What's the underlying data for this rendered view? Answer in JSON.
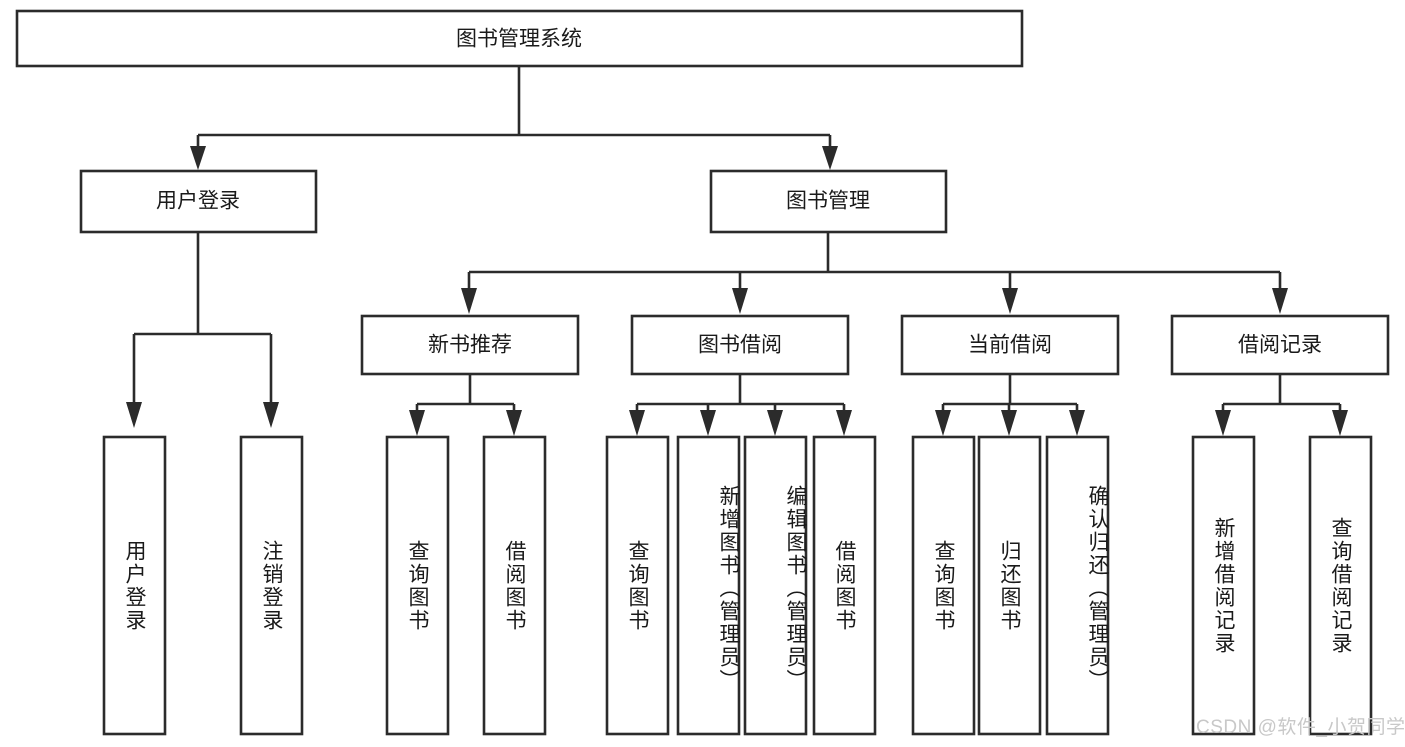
{
  "diagram": {
    "type": "tree-hierarchy",
    "title": "图书管理系统",
    "root": {
      "label": "图书管理系统",
      "level": 0
    },
    "level1": [
      {
        "label": "用户登录"
      },
      {
        "label": "图书管理"
      }
    ],
    "level2": [
      {
        "label": "新书推荐"
      },
      {
        "label": "图书借阅"
      },
      {
        "label": "当前借阅"
      },
      {
        "label": "借阅记录"
      }
    ],
    "leaves": {
      "user_login": [
        {
          "label": "用户登录"
        },
        {
          "label": "注销登录"
        }
      ],
      "new_book_recommend": [
        {
          "label": "查询图书"
        },
        {
          "label": "借阅图书"
        }
      ],
      "book_borrow": [
        {
          "label": "查询图书"
        },
        {
          "label": "新增图书（管理员）"
        },
        {
          "label": "编辑图书（管理员）"
        },
        {
          "label": "借阅图书"
        }
      ],
      "current_borrow": [
        {
          "label": "查询图书"
        },
        {
          "label": "归还图书"
        },
        {
          "label": "确认归还（管理员）"
        }
      ],
      "borrow_record": [
        {
          "label": "新增借阅记录"
        },
        {
          "label": "查询借阅记录"
        }
      ]
    },
    "watermark": "CSDN @软件_小贺同学",
    "colors": {
      "stroke": "#2b2b2b",
      "fill": "#ffffff",
      "text": "#1a1a1a",
      "watermark": "#c8c8c8",
      "background": "#ffffff"
    }
  }
}
